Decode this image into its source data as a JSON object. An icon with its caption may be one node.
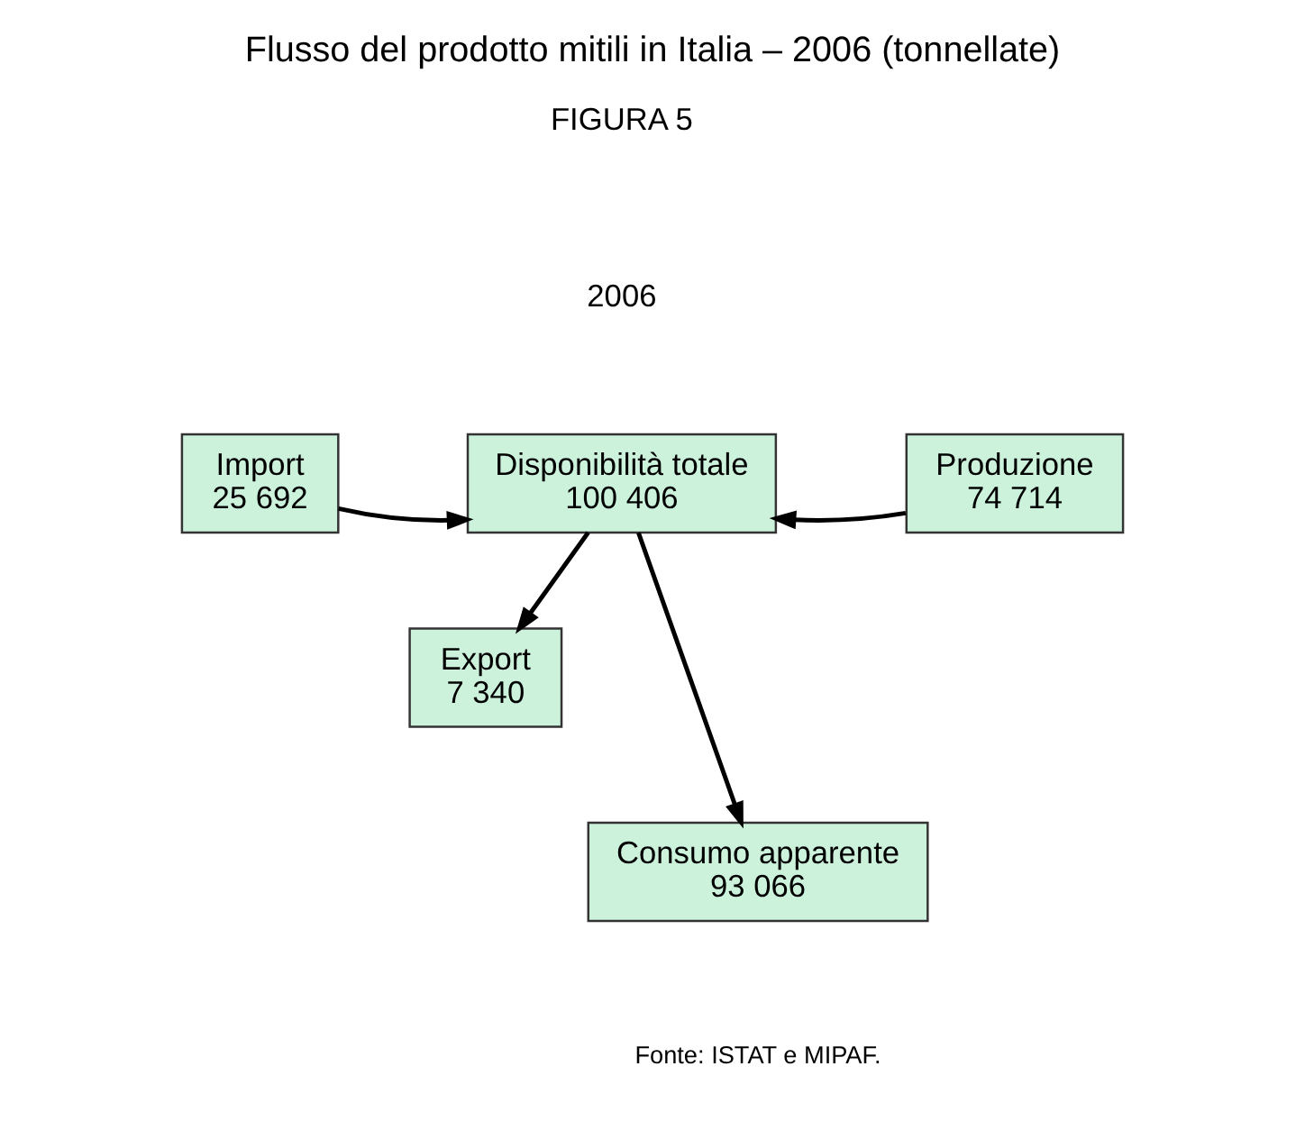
{
  "diagram": {
    "title": "Flusso del prodotto mitili in Italia – 2006 (tonnellate)",
    "caption": "Fonte: ISTAT e MIPAF.",
    "nodes": [
      {
        "text": [
          "Import",
          "25 692"
        ]
      },
      {
        "text": [
          "Disponibilità totale",
          "100 406"
        ]
      },
      {
        "text": [
          "Produzione",
          "74 714"
        ]
      },
      {
        "text": [
          "Export",
          "7 340"
        ]
      },
      {
        "text": [
          "Consumo apparente",
          "93 066"
        ]
      }
    ],
    "edges": [
      {
        "from": 0,
        "to": 1,
        "arrow": "to"
      },
      {
        "from": 2,
        "to": 1,
        "arrow": "to"
      },
      {
        "from": 1,
        "to": 3,
        "arrow": "to"
      },
      {
        "from": 1,
        "to": 4,
        "arrow": "to"
      }
    ],
    "labels": [
      "FIGURA 5",
      "2006"
    ]
  }
}
